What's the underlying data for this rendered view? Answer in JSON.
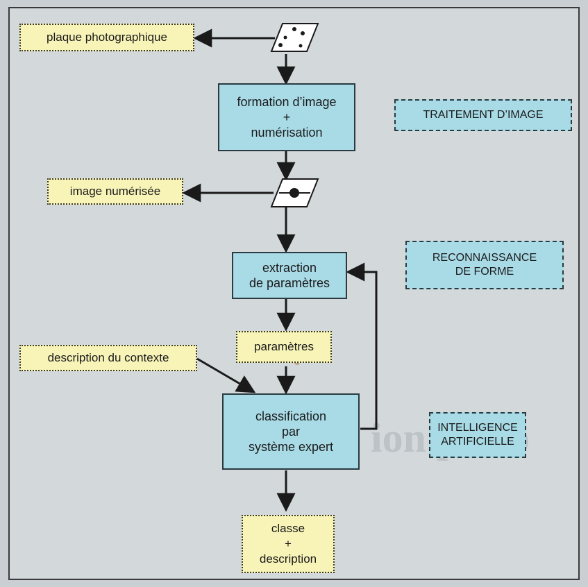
{
  "nodes": {
    "plaque": "plaque photographique",
    "formation": [
      "formation d’image",
      "+",
      "numérisation"
    ],
    "image_num": "image numérisée",
    "extraction": [
      "extraction",
      "de paramètres"
    ],
    "parametres": "paramètres",
    "contexte": "description du contexte",
    "classification": [
      "classification",
      "par",
      "système expert"
    ],
    "classe": [
      "classe",
      "+",
      "description"
    ]
  },
  "categories": {
    "traitement": "TRAITEMENT D’IMAGE",
    "reconnaissance": [
      "RECONNAISSANCE",
      "DE FORME"
    ],
    "intelligence": [
      "INTELLIGENCE",
      "ARTIFICIELLE"
    ]
  },
  "colors": {
    "process_fill": "#a9dbe7",
    "data_fill": "#f8f4b8",
    "line": "#1a1a1a"
  }
}
